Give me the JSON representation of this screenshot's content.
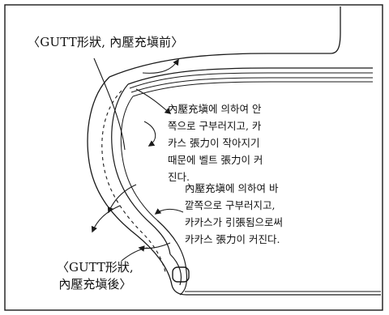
{
  "diagram": {
    "label_before": "〈GUTT形狀, 內壓充塡前〉",
    "label_after": "〈GUTT形狀,\n內壓充塡後〉",
    "note_inward": "內壓充塡에 의하여 안\n쪽으로 구부러지고, 카\n카스 張力이 작아지기\n때문에 벨트 張力이 커\n진다.",
    "note_outward": "內壓充塡에 의하여 바\n깥쪽으로 구부러지고,\n카카스가 引張됨으로써\n카카스 張力이 커진다.",
    "colors": {
      "line": "#1a1a1a",
      "background": "#ffffff"
    }
  }
}
